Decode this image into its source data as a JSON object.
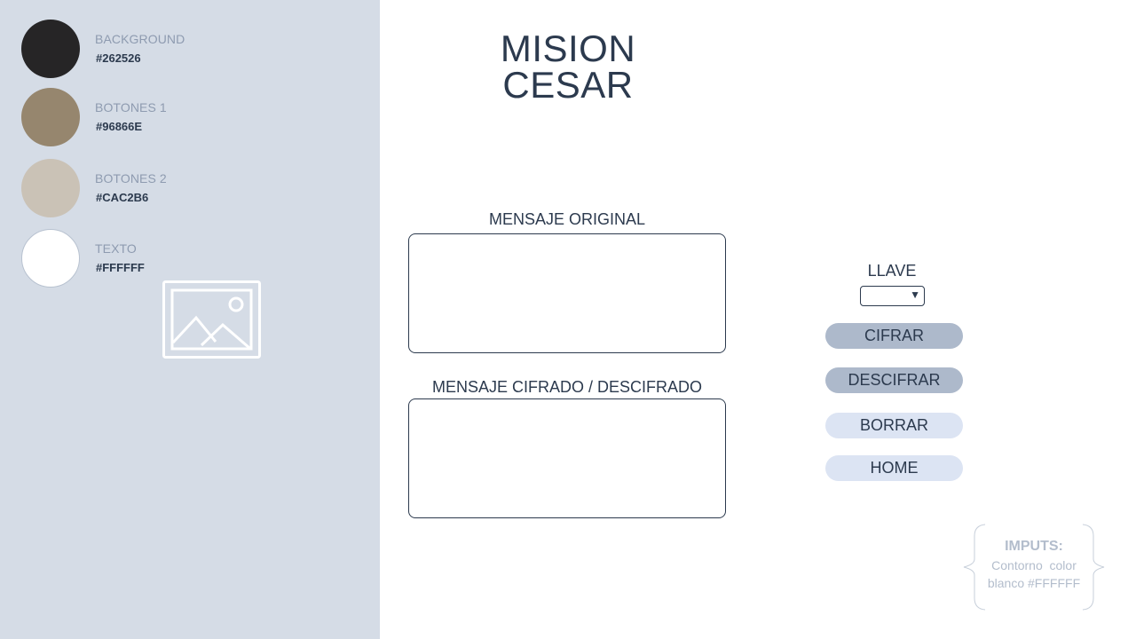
{
  "palette": [
    {
      "name": "BACKGROUND",
      "hex": "#262526",
      "color": "#262526"
    },
    {
      "name": "BOTONES 1",
      "hex": "#96866E",
      "color": "#96866E"
    },
    {
      "name": "BOTONES 2",
      "hex": "#CAC2B6",
      "color": "#CAC2B6"
    },
    {
      "name": "TEXTO",
      "hex": "#FFFFFF",
      "color": "#FFFFFF"
    }
  ],
  "image_placeholder_icon": "image-icon",
  "title": {
    "line1": "MISION",
    "line2": "CESAR"
  },
  "original": {
    "label": "MENSAJE ORIGINAL",
    "value": ""
  },
  "result": {
    "label": "MENSAJE CIFRADO / DESCIFRADO",
    "value": ""
  },
  "key": {
    "label": "LLAVE",
    "selected": "",
    "caret_icon": "caret-down-icon"
  },
  "buttons": {
    "cifrar": "CIFRAR",
    "descifrar": "DESCIFRAR",
    "borrar": "BORRAR",
    "home": "HOME"
  },
  "colors": {
    "panel": "#d5dce6",
    "text": "#2c3a4e",
    "button_dark": "#adb9cb",
    "button_light": "#dce4f3"
  },
  "note": {
    "title": "IMPUTS:",
    "line1": "Contorno  color",
    "line2": "blanco #FFFFFF"
  }
}
